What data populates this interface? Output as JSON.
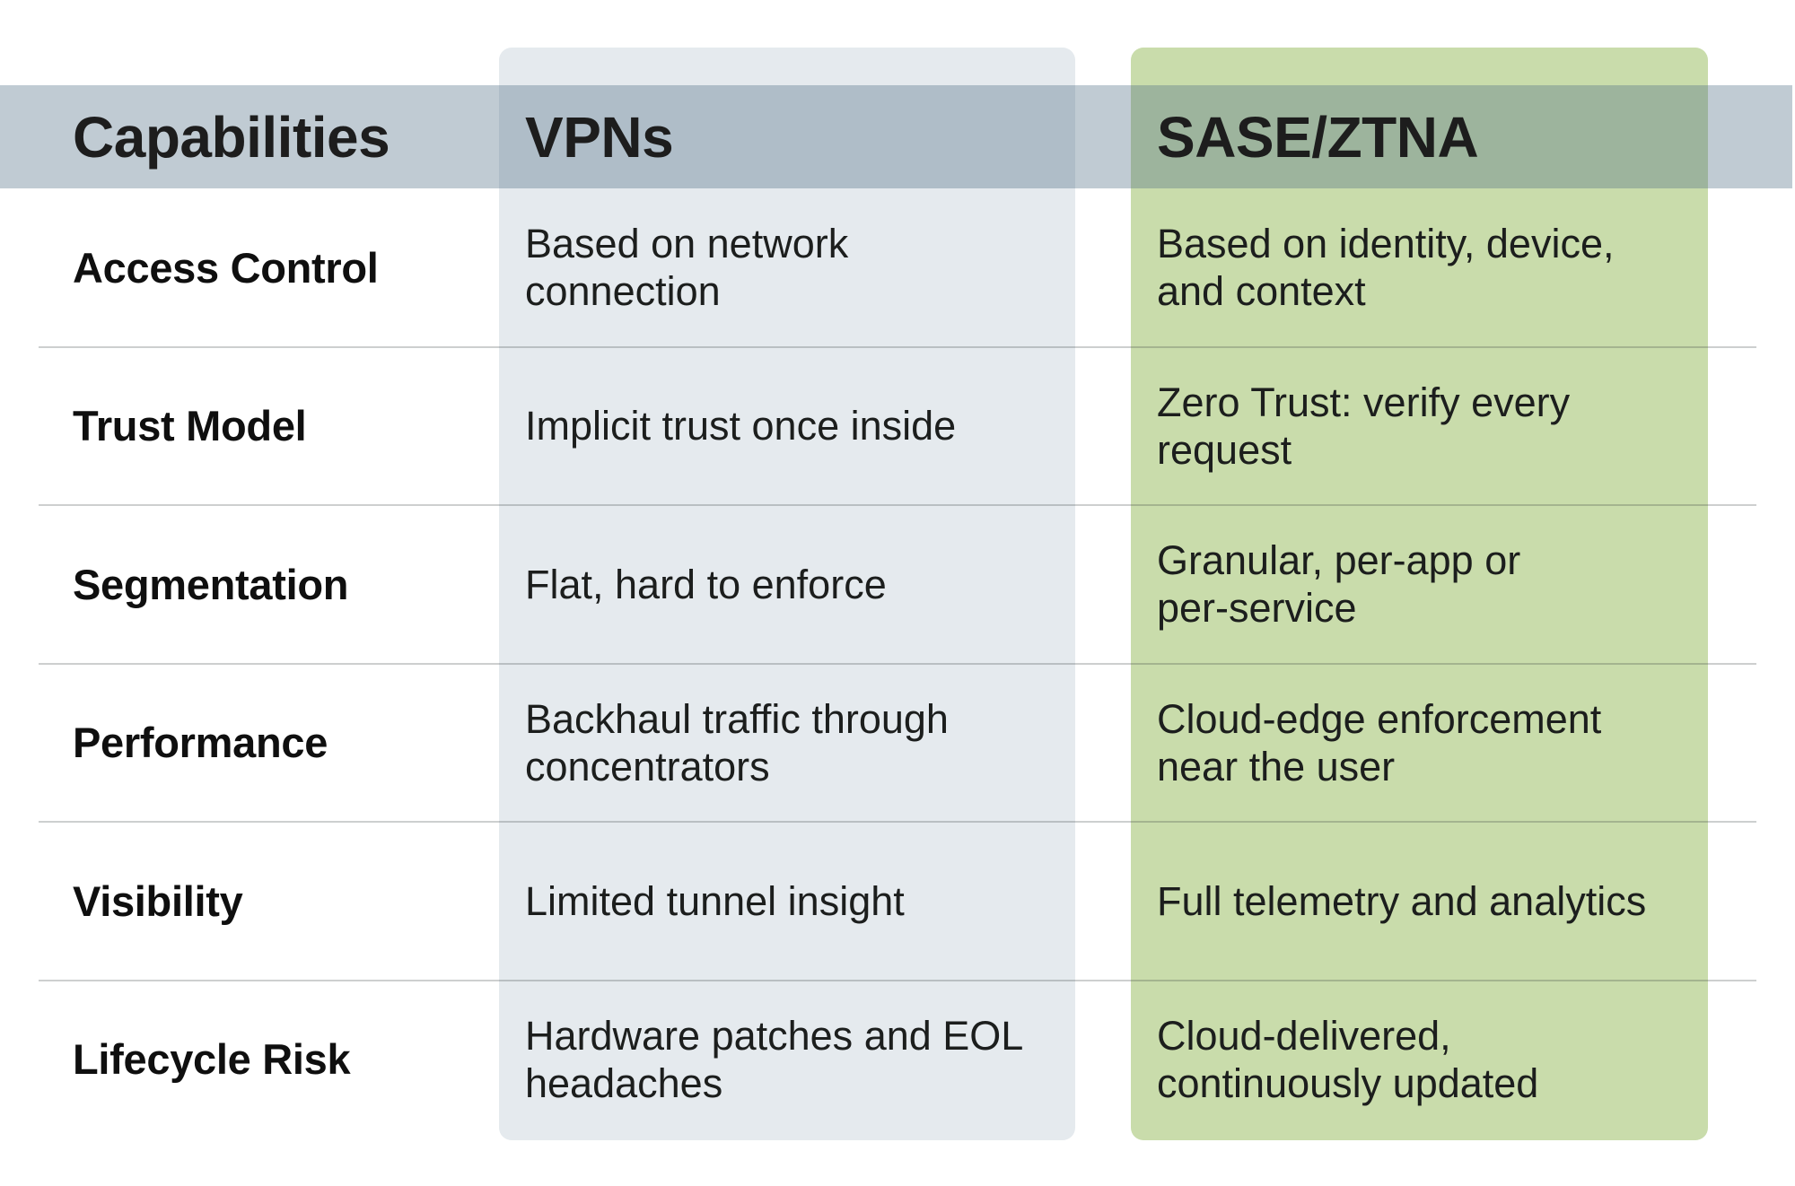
{
  "table": {
    "columns": {
      "capabilities": {
        "header": "Capabilities"
      },
      "vpn": {
        "header": "VPNs"
      },
      "sase": {
        "header": "SASE/ZTNA"
      }
    },
    "rows": [
      {
        "label": "Access Control",
        "vpn": "Based on network\nconnection",
        "sase": "Based on identity, device,\nand context"
      },
      {
        "label": "Trust Model",
        "vpn": "Implicit trust once inside",
        "sase": "Zero Trust: verify every\nrequest"
      },
      {
        "label": "Segmentation",
        "vpn": "Flat, hard to enforce",
        "sase": "Granular, per-app or\nper-service"
      },
      {
        "label": "Performance",
        "vpn": "Backhaul traffic through\nconcentrators",
        "sase": "Cloud-edge enforcement\nnear the user"
      },
      {
        "label": "Visibility",
        "vpn": "Limited tunnel insight",
        "sase": "Full telemetry and analytics"
      },
      {
        "label": "Lifecycle Risk",
        "vpn": "Hardware patches and EOL\nheadaches",
        "sase": "Cloud-delivered,\ncontinuously updated"
      }
    ]
  },
  "colors": {
    "vpn_column_bg": "#e5eaee",
    "sase_column_bg": "#c9dcab",
    "header_band_overlay_base": "#bbc8d1",
    "header_band_over_vpn": "#b2bfc8",
    "header_band_over_sase": "#9cb491",
    "divider": "#c6c9c9",
    "heading_text": "#1d1d1d",
    "body_text": "#1c1e1d"
  }
}
